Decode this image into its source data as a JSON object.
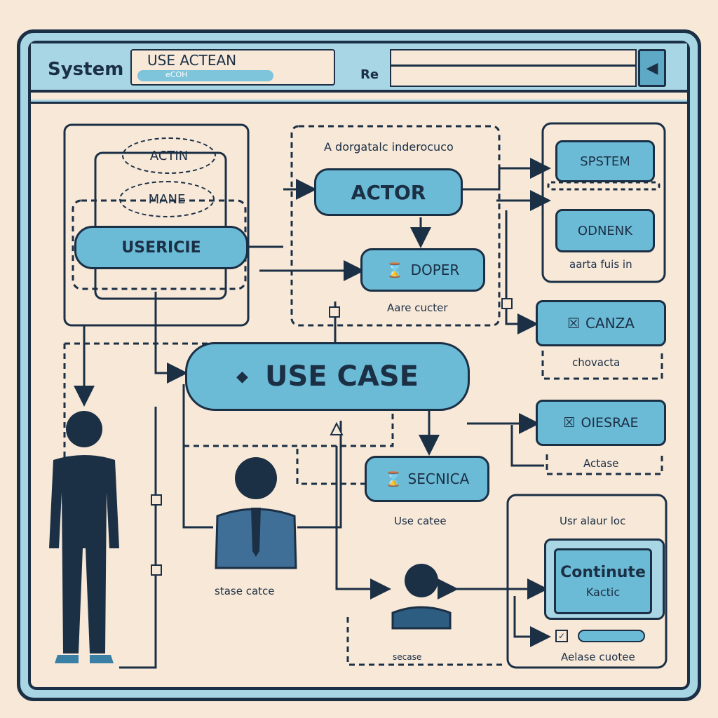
{
  "header": {
    "title": "System",
    "field1_text": "USE ACTEAN",
    "field1_sub": "eCOH",
    "re_label": "Re",
    "back_icon": "chevron-left-icon"
  },
  "left_group": {
    "oval1": "ACTIN",
    "oval2": "MANE",
    "pill": "USERICIE"
  },
  "center": {
    "caption": "A dorgatalc inderocuco",
    "actor": "ACTOR",
    "doper": "DOPER",
    "doper_caption": "Aare cucter",
    "use_case": "USE CASE",
    "secnica": "SECNICA",
    "secnica_caption": "Use catee",
    "stase_caption": "stase catce",
    "bottom_caption": "secase"
  },
  "right_panel": {
    "system_btn": "SPSTEM",
    "odnenk_btn": "ODNENK",
    "group_caption": "aarta fuis in",
    "canza_btn": "CANZA",
    "canza_caption": "chovacta",
    "oiesrae_btn": "OIESRAE",
    "oiesrae_caption": "Actase",
    "usr_caption": "Usr alaur loc",
    "continue_title": "Continute",
    "continue_sub": "Kactic",
    "alase_caption": "Aelase cuotee"
  },
  "colors": {
    "background": "#f7e8d8",
    "frame": "#a9d6e5",
    "accent": "#6cbbd6",
    "ink": "#1b2f45"
  }
}
